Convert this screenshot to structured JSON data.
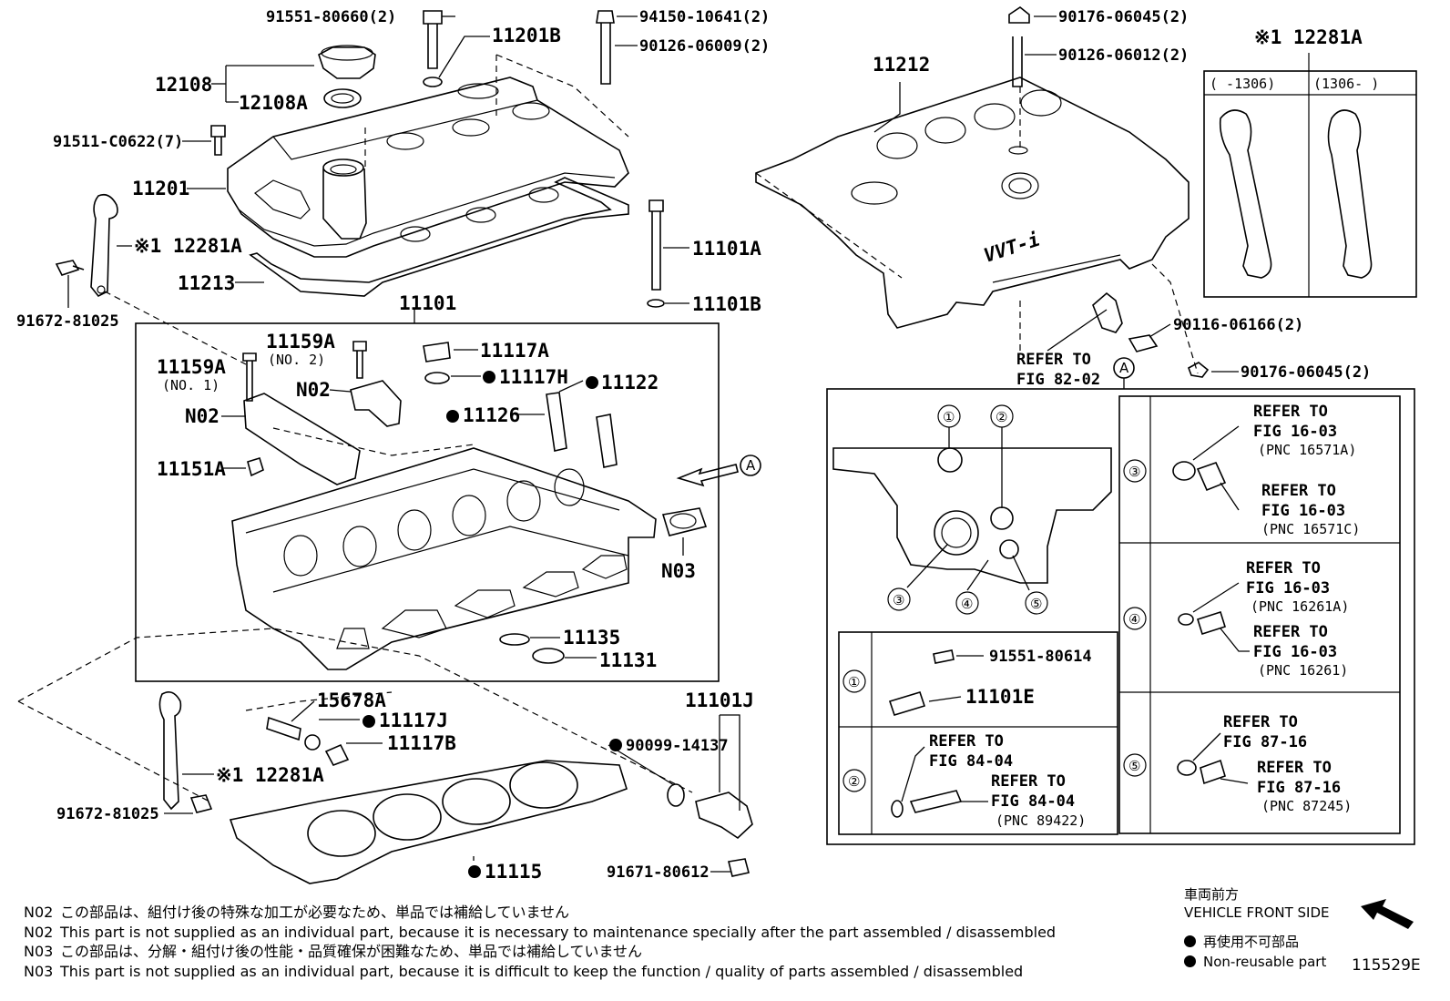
{
  "labels": {
    "p91551_80660": "91551-80660(2)",
    "p11201B": "11201B",
    "p94150_10641": "94150-10641(2)",
    "p90126_06009": "90126-06009(2)",
    "p12108": "12108",
    "p12108A": "12108A",
    "p91511_C0622": "91511-C0622(7)",
    "p11201": "11201",
    "p12281A_top": "※1 12281A",
    "p11213": "11213",
    "p91672_81025_top": "91672-81025",
    "p11101A": "11101A",
    "p11101B": "11101B",
    "p11101": "11101",
    "p11159A_no2": "11159A",
    "no2_sub": "(NO. 2)",
    "p11159A_no1": "11159A",
    "no1_sub": "(NO. 1)",
    "p11117A": "11117A",
    "p11117H": "11117H",
    "p11122": "11122",
    "n02_a": "N02",
    "n02_b": "N02",
    "p11126": "11126",
    "p11151A": "11151A",
    "n03": "N03",
    "view_a": "A",
    "p11135": "11135",
    "p11131": "11131",
    "p15678A": "15678A",
    "p11117J": "11117J",
    "p11117B": "11117B",
    "p11101J": "11101J",
    "p90099_14137": "90099-14137",
    "p12281A_bot": "※1 12281A",
    "p91672_81025_bot": "91672-81025",
    "p11115": "11115",
    "p91671_80612": "91671-80612",
    "p11212": "11212",
    "p90176_06045_top": "90176-06045(2)",
    "p90126_06012": "90126-06012(2)",
    "p90116_06166": "90116-06166(2)",
    "p90176_06045_bot": "90176-06045(2)",
    "refer_to": "REFER TO",
    "fig_82_02": "FIG 82-02",
    "view_a_box": "A",
    "variant_title": "※1 12281A",
    "variant_left": "(     -1306)",
    "variant_right": "(1306-     )",
    "d1": "①",
    "d2": "②",
    "d3": "③",
    "d4": "④",
    "d5": "⑤",
    "b1_p1": "91551-80614",
    "b1_p2": "11101E",
    "b2_ref1": "REFER TO",
    "b2_fig1": "FIG 84-04",
    "b2_ref2": "REFER TO",
    "b2_fig2": "FIG 84-04",
    "b2_pnc": "(PNC 89422)",
    "b3_ref1": "REFER TO",
    "b3_fig1": "FIG 16-03",
    "b3_pnc1": "(PNC 16571A)",
    "b3_ref2": "REFER TO",
    "b3_fig2": "FIG 16-03",
    "b3_pnc2": "(PNC 16571C)",
    "b4_ref1": "REFER TO",
    "b4_fig1": "FIG 16-03",
    "b4_pnc1": "(PNC 16261A)",
    "b4_ref2": "REFER TO",
    "b4_fig2": "FIG 16-03",
    "b4_pnc2": "(PNC 16261)",
    "b5_ref1": "REFER TO",
    "b5_fig1": "FIG 87-16",
    "b5_ref2": "REFER TO",
    "b5_fig2": "FIG 87-16",
    "b5_pnc": "(PNC 87245)",
    "logo_text": "VVT-i"
  },
  "notes": [
    {
      "key": "N02",
      "text": "この部品は、組付け後の特殊な加工が必要なため、単品では補給していません"
    },
    {
      "key": "N02",
      "text": "This part is not supplied as an individual part, because it is necessary to maintenance specially after the part assembled / disassembled"
    },
    {
      "key": "N03",
      "text": "この部品は、分解・組付け後の性能・品質確保が困難なため、単品では補給していません"
    },
    {
      "key": "N03",
      "text": "This part is not supplied as an individual part, because it is difficult to keep the function / quality of parts  assembled / disassembled"
    }
  ],
  "legend": {
    "front_jp": "車両前方",
    "front_en": "VEHICLE FRONT SIDE",
    "nonreuse_jp": "再使用不可部品",
    "nonreuse_en": "Non-reusable part"
  },
  "figure_number": "115529E",
  "colors": {
    "ink": "#000000",
    "paper": "#ffffff"
  }
}
